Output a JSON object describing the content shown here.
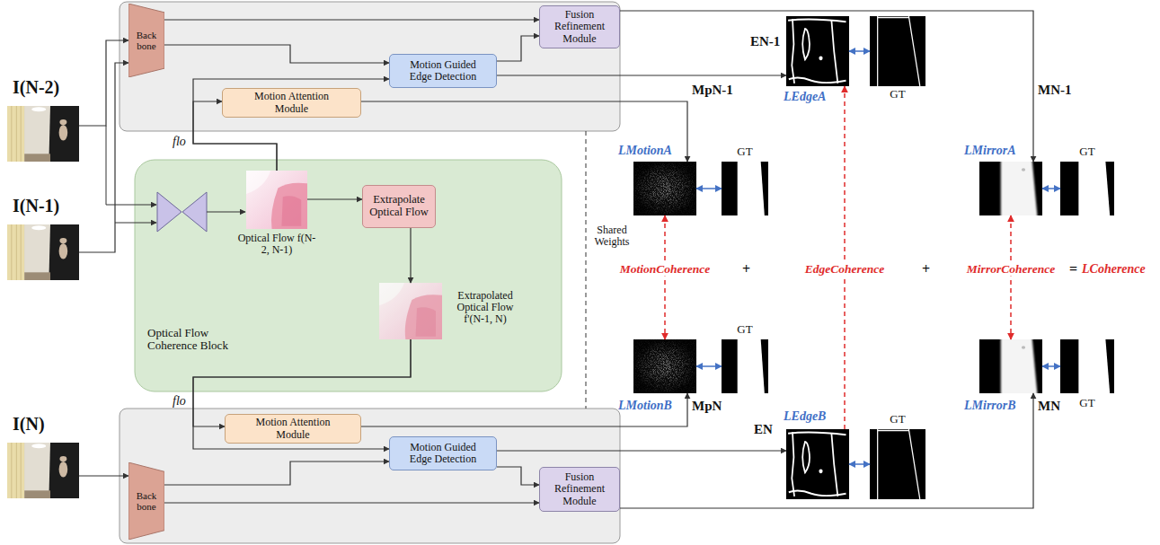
{
  "diagram": {
    "nodes": [
      {
        "text": [
          "I(N-2)"
        ]
      },
      {
        "text": [
          "I(N-1)"
        ]
      },
      {
        "text": [
          "I(N)"
        ]
      },
      {
        "text": [
          "Back bone"
        ]
      },
      {
        "text": [
          "Fusion Refinement Module"
        ]
      },
      {
        "text": [
          "Motion Guided Edge Detection"
        ]
      },
      {
        "text": [
          "Motion Attention Module"
        ]
      },
      {
        "text": [
          "Optical Flow Coherence Block"
        ]
      },
      {
        "text": [
          "Optical Flow f(N-2, N-1)"
        ],
        "in": 7
      },
      {
        "text": [
          "Extrapolate Optical Flow"
        ],
        "in": 7
      },
      {
        "text": [
          "Extrapolated Optical Flow f'(N-1, N)"
        ],
        "in": 7
      },
      {
        "text": [
          "Motion Attention Module"
        ]
      },
      {
        "text": [
          "Motion Guided Edge Detection"
        ]
      },
      {
        "text": [
          "Back bone"
        ]
      },
      {
        "text": [
          "Fusion Refinement Module"
        ]
      },
      {
        "text": [
          "EN-1"
        ]
      },
      {
        "text": [
          "GT"
        ]
      },
      {
        "text": [
          "MpN-1"
        ]
      },
      {
        "text": [
          "GT"
        ]
      },
      {
        "text": [
          "MN-1"
        ]
      },
      {
        "text": [
          "GT"
        ]
      },
      {
        "text": [
          "MpN"
        ]
      },
      {
        "text": [
          "GT"
        ]
      },
      {
        "text": [
          "MN"
        ]
      },
      {
        "text": [
          "GT"
        ]
      },
      {
        "text": [
          "EN"
        ]
      },
      {
        "text": [
          "GT"
        ]
      }
    ],
    "edges": [
      {
        "from": 0,
        "to": 3,
        "arrow": "to"
      },
      {
        "from": 1,
        "to": 3,
        "arrow": "to"
      },
      {
        "from": 3,
        "to": 4,
        "arrow": "to"
      },
      {
        "from": 3,
        "to": 5,
        "arrow": "to"
      },
      {
        "from": 5,
        "to": 4,
        "arrow": "to"
      },
      {
        "from": 5,
        "to": 15,
        "arrow": "to"
      },
      {
        "from": 6,
        "to": 17,
        "arrow": "to"
      },
      {
        "from": 4,
        "to": 19,
        "arrow": "to"
      },
      {
        "from": 8,
        "to": 9,
        "arrow": "to"
      },
      {
        "from": 9,
        "to": 10,
        "arrow": "to"
      },
      {
        "from": 8,
        "to": 6,
        "arrow": "to"
      },
      {
        "from": 8,
        "to": 5,
        "arrow": "to"
      },
      {
        "from": 10,
        "to": 11,
        "arrow": "to"
      },
      {
        "from": 10,
        "to": 12,
        "arrow": "to"
      },
      {
        "from": 2,
        "to": 13,
        "arrow": "to"
      },
      {
        "from": 13,
        "to": 12,
        "arrow": "to"
      },
      {
        "from": 13,
        "to": 14,
        "arrow": "to"
      },
      {
        "from": 12,
        "to": 14,
        "arrow": "to"
      },
      {
        "from": 12,
        "to": 25,
        "arrow": "to"
      },
      {
        "from": 11,
        "to": 21,
        "arrow": "to"
      },
      {
        "from": 14,
        "to": 23,
        "arrow": "to"
      },
      {
        "from": 15,
        "to": 16,
        "arrow": "both"
      },
      {
        "from": 17,
        "to": 18,
        "arrow": "both"
      },
      {
        "from": 19,
        "to": 20,
        "arrow": "both"
      },
      {
        "from": 21,
        "to": 22,
        "arrow": "both"
      },
      {
        "from": 23,
        "to": 24,
        "arrow": "both"
      },
      {
        "from": 25,
        "to": 26,
        "arrow": "both"
      },
      {
        "from": 17,
        "to": 21,
        "arrow": "both",
        "label": "MotionCoherence"
      },
      {
        "from": 25,
        "to": 15,
        "arrow": "to",
        "label": "EdgeCoherence"
      },
      {
        "from": 19,
        "to": 23,
        "arrow": "both",
        "label": "MirrorCoherence"
      }
    ],
    "labels": [
      "flo",
      "flo",
      "Shared Weights",
      "LEdgeA",
      "LMotionA",
      "LMirrorA",
      "+",
      "+",
      "=",
      "LCoherence",
      "LMotionB",
      "LEdgeB",
      "LMirrorB"
    ]
  }
}
